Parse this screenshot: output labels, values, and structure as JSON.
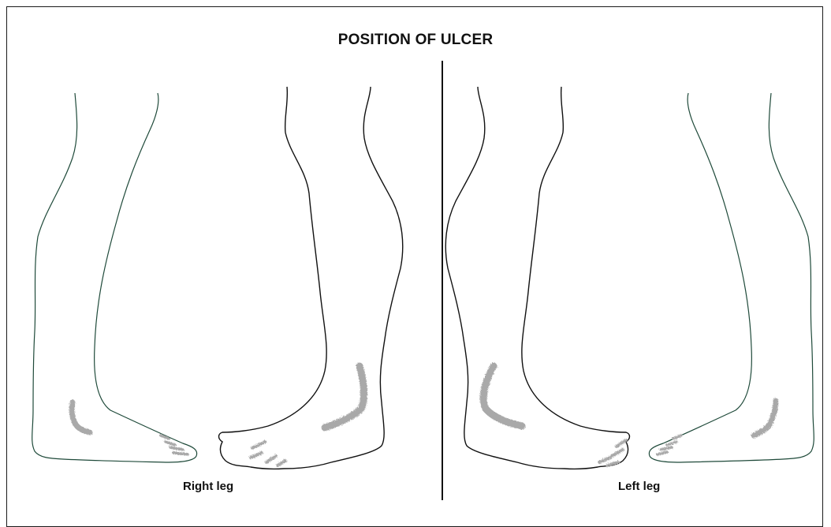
{
  "diagram": {
    "title": "POSITION OF ULCER",
    "labels": {
      "right_leg": "Right leg",
      "left_leg": "Left leg"
    },
    "colors": {
      "outline_green": "#1f4a3a",
      "outline_black": "#111111",
      "ulcer_gray": "#a9a9a9"
    }
  }
}
